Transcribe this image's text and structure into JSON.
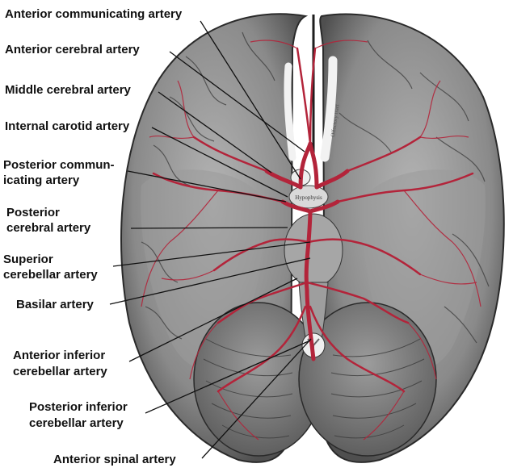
{
  "labels": {
    "anterior_communicating": "Anterior communicating artery",
    "anterior_cerebral": "Anterior cerebral artery",
    "middle_cerebral": "Middle cerebral artery",
    "internal_carotid": "Internal carotid artery",
    "posterior_communicating_1": "Posterior commun-",
    "posterior_communicating_2": "icating artery",
    "posterior_cerebral_1": "Posterior",
    "posterior_cerebral_2": "cerebral artery",
    "superior_cerebellar_1": "Superior",
    "superior_cerebellar_2": "cerebellar artery",
    "basilar": "Basilar artery",
    "anterior_inferior_cerebellar_1": "Anterior inferior",
    "anterior_inferior_cerebellar_2": "cerebellar artery",
    "posterior_inferior_cerebellar_1": "Posterior inferior",
    "posterior_inferior_cerebellar_2": "cerebellar artery",
    "anterior_spinal": "Anterior spinal artery"
  },
  "engraved_text": {
    "hypophysis": "Hypophysis",
    "olfactory_tract": "Olfactory tract"
  },
  "colors": {
    "artery": "#b3243a",
    "brain_tissue": "#8c8c8c",
    "leader_line": "#111111"
  }
}
